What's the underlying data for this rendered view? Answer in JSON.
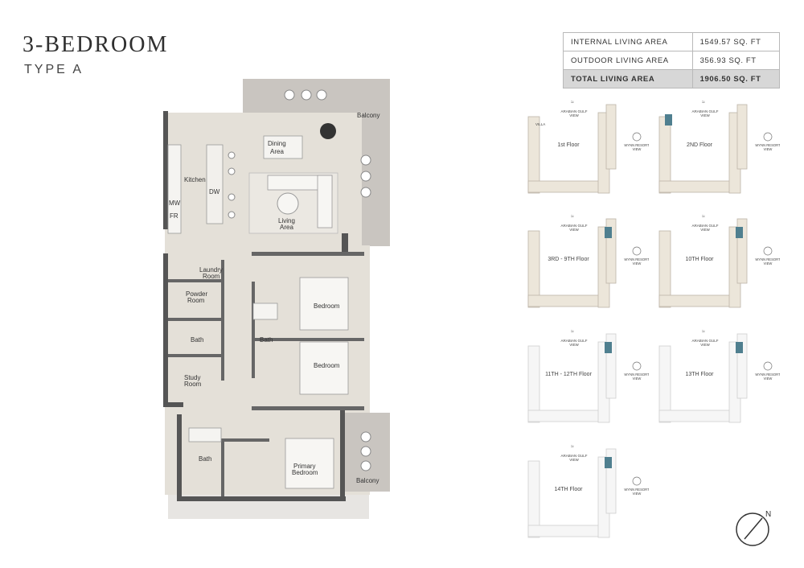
{
  "header": {
    "title": "3-BEDROOM",
    "subtitle": "TYPE A"
  },
  "areas": [
    {
      "label": "INTERNAL LIVING AREA",
      "value": "1549.57 SQ. FT"
    },
    {
      "label": "OUTDOOR LIVING AREA",
      "value": "356.93 SQ. FT"
    },
    {
      "label": "TOTAL LIVING AREA",
      "value": "1906.50 SQ. FT"
    }
  ],
  "rooms": {
    "balcony_top": "Balcony",
    "dining": [
      "Dining",
      "Area"
    ],
    "kitchen": "Kitchen",
    "dw": "DW",
    "mw": "MW",
    "fr": "FR",
    "living": [
      "Living",
      "Area"
    ],
    "laundry": [
      "Laundry",
      "Room"
    ],
    "powder": [
      "Powder",
      "Room"
    ],
    "bedroom1": "Bedroom",
    "bath1": "Bath",
    "bath2": "Bath",
    "bedroom2": "Bedroom",
    "study": [
      "Study",
      "Room"
    ],
    "bath3": "Bath",
    "primary": [
      "Primary",
      "Bedroom"
    ],
    "balcony_bottom": "Balcony"
  },
  "keyplans": [
    {
      "floor": "1st Floor",
      "top_label": [
        "ARABIAN GULF",
        "VIEW"
      ],
      "side_label": [
        "WYNN RESORT",
        "VIEW"
      ],
      "extra": "VILLA"
    },
    {
      "floor": "2ND Floor",
      "top_label": [
        "ARABIAN GULF",
        "VIEW"
      ],
      "side_label": [
        "WYNN RESORT",
        "VIEW"
      ],
      "extra": ""
    },
    {
      "floor": "3RD - 9TH Floor",
      "top_label": [
        "ARABIAN GULF",
        "VIEW"
      ],
      "side_label": [
        "WYNN RESORT",
        "VIEW"
      ],
      "extra": ""
    },
    {
      "floor": "10TH Floor",
      "top_label": [
        "ARABIAN GULF",
        "VIEW"
      ],
      "side_label": [
        "WYNN RESORT",
        "VIEW"
      ],
      "extra": ""
    },
    {
      "floor": "11TH - 12TH Floor",
      "top_label": [
        "ARABIAN GULF",
        "VIEW"
      ],
      "side_label": [
        "WYNN RESORT",
        "VIEW"
      ],
      "extra": ""
    },
    {
      "floor": "13TH Floor",
      "top_label": [
        "ARABIAN GULF",
        "VIEW"
      ],
      "side_label": [
        "WYNN RESORT",
        "VIEW"
      ],
      "extra": ""
    },
    {
      "floor": "14TH Floor",
      "top_label": [
        "ARABIAN GULF",
        "VIEW"
      ],
      "side_label": [
        "WYNN RESORT",
        "VIEW"
      ],
      "extra": ""
    }
  ],
  "compass": "N",
  "colors": {
    "highlight_unit": "#4f7f8f",
    "wall": "#555555",
    "floor": "#e4e0d8",
    "balcony": "#c9c5c0"
  }
}
